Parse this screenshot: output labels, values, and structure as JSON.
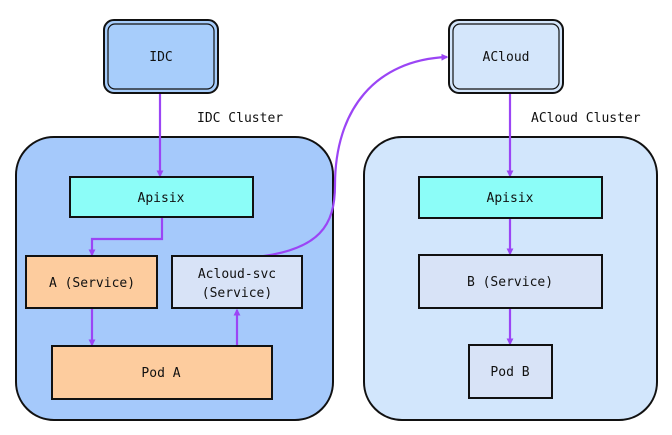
{
  "colors": {
    "idc_cluster_bg": "#a5c9fb",
    "acloud_cluster_bg": "#d2e6fc",
    "idc_box": "#a7cdfb",
    "acloud_box": "#d4e6fb",
    "apisix": "#8cfdf8",
    "service_orange": "#fdcc9e",
    "service_light": "#d8e3f7",
    "arrow": "#9b45f5"
  },
  "nodes": {
    "idc": "IDC",
    "acloud": "ACloud",
    "apisix_idc": "Apisix",
    "a_service": "A (Service)",
    "acloud_svc": [
      "Acloud-svc",
      "(Service)"
    ],
    "pod_a": "Pod A",
    "apisix_acloud": "Apisix",
    "b_service": "B (Service)",
    "pod_b": "Pod B"
  },
  "clusters": {
    "idc": "IDC Cluster",
    "acloud": "ACloud Cluster"
  },
  "edges": [
    {
      "from": "idc",
      "to": "apisix_idc"
    },
    {
      "from": "apisix_idc",
      "to": "a_service"
    },
    {
      "from": "a_service",
      "to": "pod_a"
    },
    {
      "from": "pod_a",
      "to": "acloud_svc"
    },
    {
      "from": "acloud_svc",
      "to": "acloud"
    },
    {
      "from": "acloud",
      "to": "apisix_acloud"
    },
    {
      "from": "apisix_acloud",
      "to": "b_service"
    },
    {
      "from": "b_service",
      "to": "pod_b"
    }
  ]
}
